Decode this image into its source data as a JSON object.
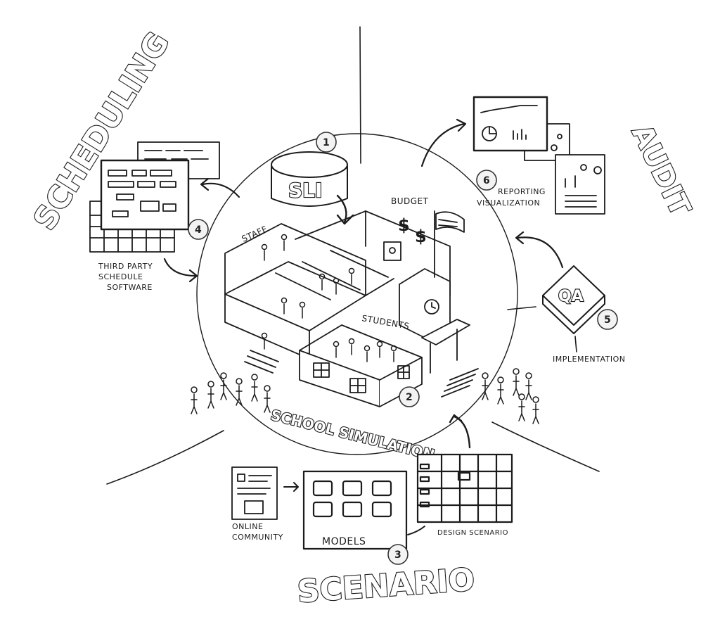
{
  "sections": {
    "scheduling": "SCHEDULING",
    "audit": "AUDIT",
    "scenario": "SCENARIO"
  },
  "center": {
    "sli": "SLI",
    "school_simulation": "SCHOOL SIMULATION",
    "staff": "STAFF",
    "budget": "BUDGET",
    "students": "STUDENTS",
    "dollar": "$"
  },
  "labels": {
    "third_party_1": "THIRD PARTY",
    "third_party_2": "SCHEDULE",
    "third_party_3": "SOFTWARE",
    "reporting_1": "REPORTING",
    "reporting_2": "VISUALIZATION",
    "qa": "QA",
    "implementation": "IMPLEMENTATION",
    "online_1": "ONLINE",
    "online_2": "COMMUNITY",
    "models": "MODELS",
    "design_scenario": "DESIGN SCENARIO"
  },
  "numbers": [
    "1",
    "2",
    "3",
    "4",
    "5",
    "6"
  ],
  "colors": {
    "ink": "#1b1b1b",
    "bubble": "#f3f3f3",
    "background": "#ffffff"
  }
}
